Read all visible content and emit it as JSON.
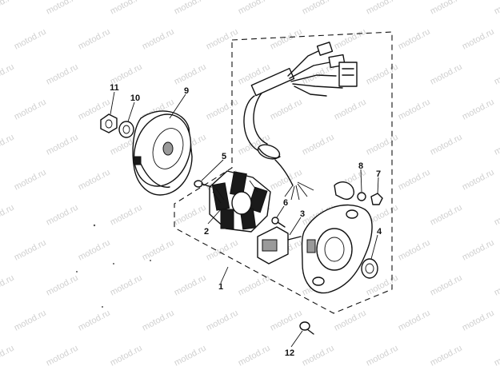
{
  "watermark": {
    "text": "motod.ru"
  },
  "callouts": {
    "n1": "1",
    "n2": "2",
    "n3": "3",
    "n4": "4",
    "n5": "5",
    "n6": "6",
    "n7": "7",
    "n8": "8",
    "n9": "9",
    "n10": "10",
    "n11": "11",
    "n12": "12"
  }
}
